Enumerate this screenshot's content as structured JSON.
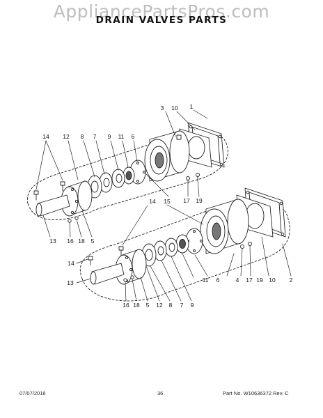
{
  "watermark": "AppliancePartsPros.com",
  "title": "DRAIN VALVES PARTS",
  "footer": {
    "date": "07/07/2016",
    "page": "36",
    "part_rev": "Part No. W10636372  Rev. C"
  },
  "callouts": {
    "upper": [
      "3",
      "10",
      "1",
      "14",
      "12",
      "8",
      "7",
      "9",
      "11",
      "6",
      "15",
      "17",
      "19",
      "13",
      "16",
      "18",
      "5"
    ],
    "lower": [
      "14",
      "14",
      "13",
      "16",
      "18",
      "5",
      "12",
      "8",
      "7",
      "9",
      "11",
      "6",
      "4",
      "17",
      "19",
      "10",
      "2"
    ]
  }
}
